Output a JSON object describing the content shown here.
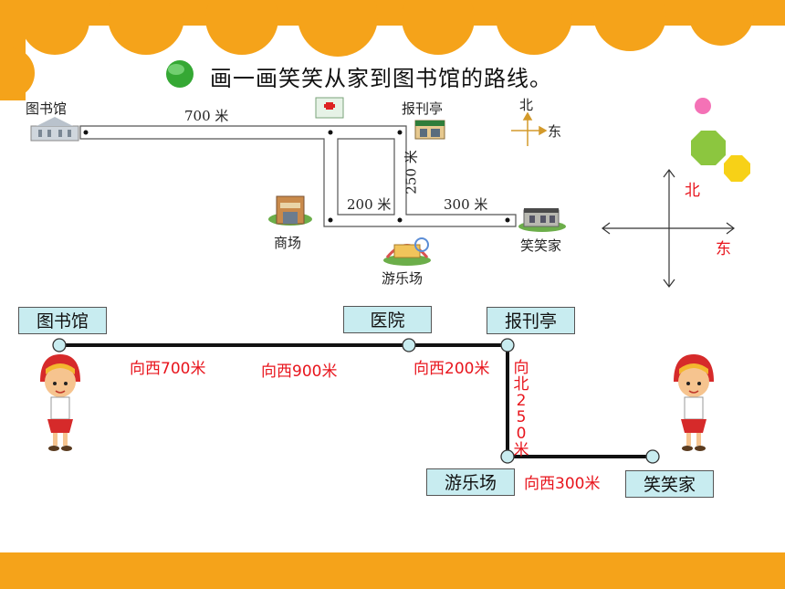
{
  "title": "画一画笑笑从家到图书馆的路线。",
  "map": {
    "places": {
      "library": "图书馆",
      "newsstand": "报刊亭",
      "mall": "商场",
      "playground": "游乐场",
      "home": "笑笑家"
    },
    "distances": {
      "d700": "700 米",
      "d250": "250 米",
      "d200": "200 米",
      "d300": "300 米"
    },
    "compass_small": {
      "north": "北",
      "east": "东"
    }
  },
  "compass_large": {
    "north": "北",
    "east": "东"
  },
  "route": {
    "boxes": {
      "library": "图书馆",
      "hospital": "医院",
      "newsstand": "报刊亭",
      "playground": "游乐场",
      "home": "笑笑家"
    },
    "steps": {
      "s700": "向西700米",
      "s900": "向西900米",
      "s200": "向西200米",
      "s250": "向北250米",
      "s300": "向西300米"
    }
  },
  "colors": {
    "banner_orange": "#f5a31a",
    "route_red": "#e8141c",
    "box_fill": "#c8ecf0",
    "pink": "#f472b6",
    "green": "#8cc63f",
    "yellow": "#f7d117"
  }
}
